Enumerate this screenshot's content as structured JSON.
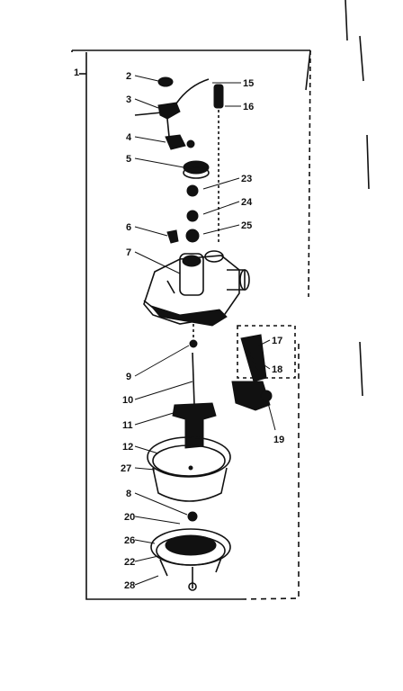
{
  "frame_label": "1",
  "part_labels": [
    {
      "id": "2"
    },
    {
      "id": "3"
    },
    {
      "id": "4"
    },
    {
      "id": "5"
    },
    {
      "id": "6"
    },
    {
      "id": "7"
    },
    {
      "id": "9"
    },
    {
      "id": "10"
    },
    {
      "id": "11"
    },
    {
      "id": "12"
    },
    {
      "id": "27"
    },
    {
      "id": "8"
    },
    {
      "id": "20"
    },
    {
      "id": "26"
    },
    {
      "id": "22"
    },
    {
      "id": "28"
    },
    {
      "id": "15"
    },
    {
      "id": "16"
    },
    {
      "id": "23"
    },
    {
      "id": "24"
    },
    {
      "id": "25"
    },
    {
      "id": "17"
    },
    {
      "id": "18"
    },
    {
      "id": "19"
    }
  ]
}
